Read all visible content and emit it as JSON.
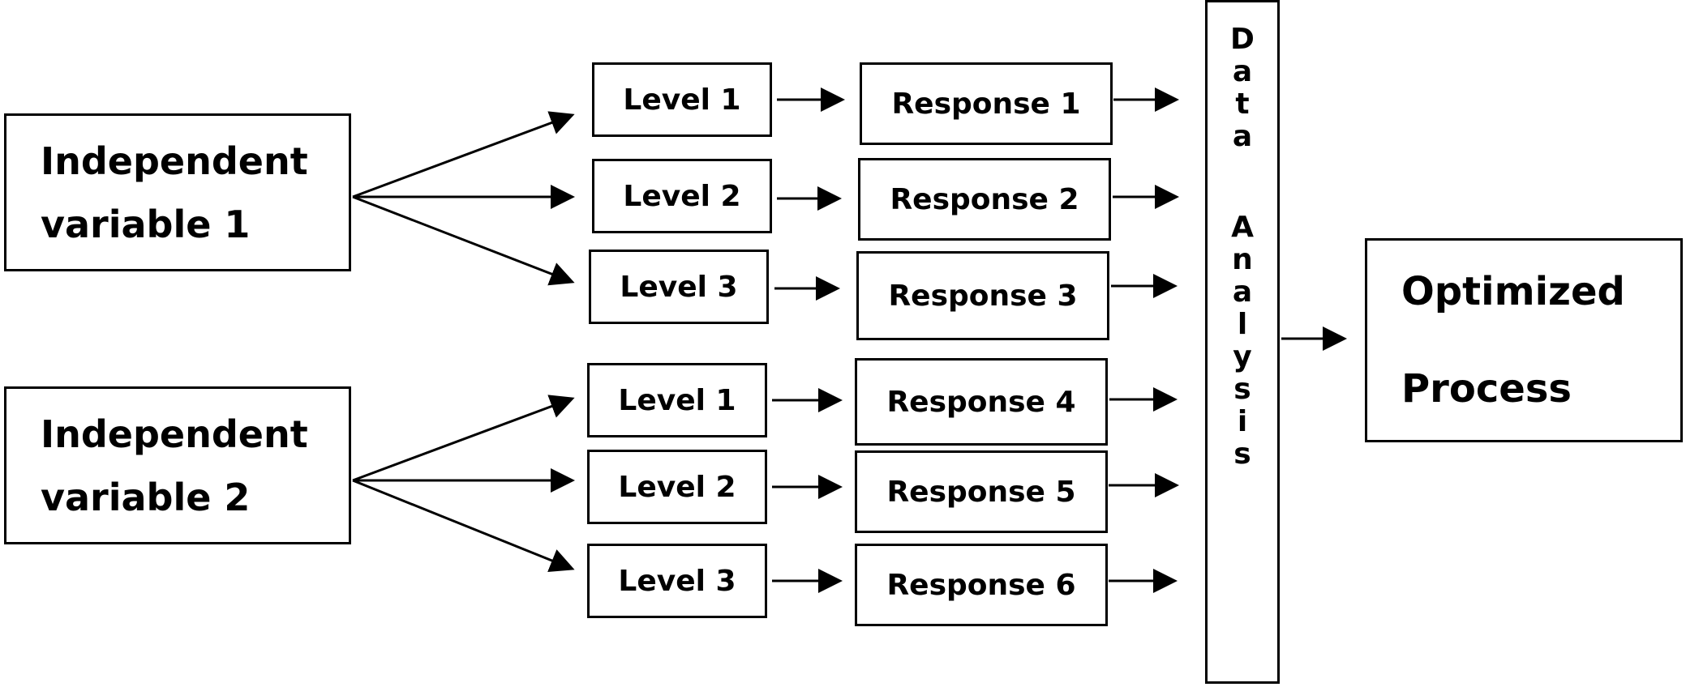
{
  "independent_variables": [
    {
      "line1": "Independent",
      "line2": "variable 1"
    },
    {
      "line1": "Independent",
      "line2": "variable 2"
    }
  ],
  "levels": [
    "Level 1",
    "Level 2",
    "Level 3",
    "Level 1",
    "Level 2",
    "Level 3"
  ],
  "responses": [
    "Response 1",
    "Response 2",
    "Response 3",
    "Response 4",
    "Response 5",
    "Response 6"
  ],
  "data_analysis": {
    "line1": [
      "D",
      "a",
      "t",
      "a"
    ],
    "line2": [
      "A",
      "n",
      "a",
      "l",
      "y",
      "s",
      "i",
      "s"
    ]
  },
  "optimized": {
    "line1": "Optimized",
    "line2": "Process"
  }
}
